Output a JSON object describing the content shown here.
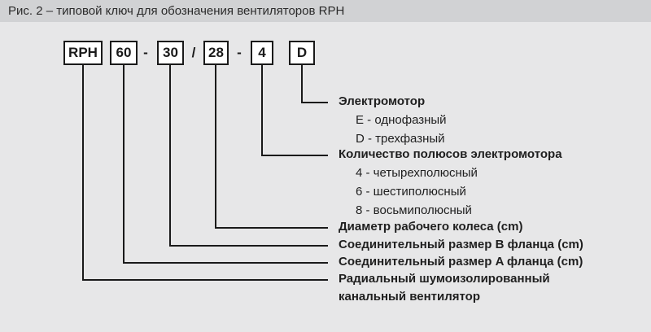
{
  "figure": {
    "caption": "Рис. 2 – типовой ключ для обозначения вентиляторов RPH"
  },
  "code": {
    "boxes": [
      "RPH",
      "60",
      "30",
      "28",
      "4",
      "D"
    ],
    "separators": [
      "-",
      "/",
      "-"
    ]
  },
  "legend": {
    "motor": {
      "heading": "Электромотор",
      "items": [
        "E - однофазный",
        "D - трехфазный"
      ]
    },
    "poles": {
      "heading": "Количество полюсов электромотора",
      "items": [
        "4 - четырехполюсный",
        "6 - шестиполюсный",
        "8 - восьмиполюсный"
      ]
    },
    "impeller": "Диаметр рабочего колеса (cm)",
    "flange_b": "Соединительный размер B фланца (cm)",
    "flange_a": "Соединительный размер A фланца (cm)",
    "fan_type": "Радиальный шумоизолированный канальный вентилятор"
  },
  "colors": {
    "caption_bar_bg": "#d1d2d4",
    "page_bg": "#e7e7e8",
    "line": "#1a1a1a",
    "box_bg": "#ffffff",
    "text": "#1f1f1f"
  }
}
